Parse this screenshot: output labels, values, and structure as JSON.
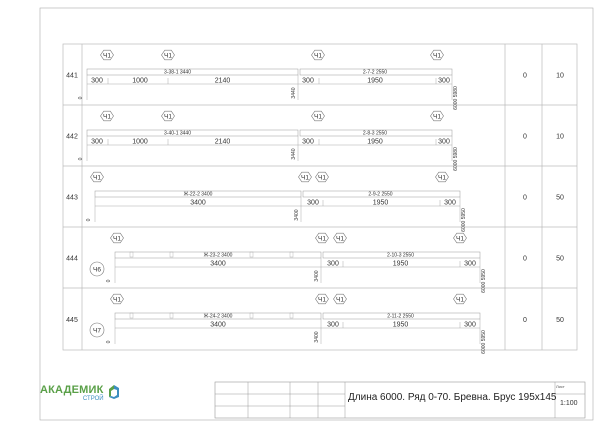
{
  "rows": [
    {
      "id": "441",
      "marks": [
        "Ч1",
        "Ч1",
        "Ч1",
        "Ч1"
      ],
      "left_piece": "3-38-1  3440",
      "right_piece": "2-7-2  2550",
      "dims": [
        "300",
        "1000",
        "2140",
        "300",
        "1950",
        "300"
      ],
      "vert_mid": "3440",
      "vert_end": "6000 5980",
      "zero": "0",
      "col1": "0",
      "col2": "10"
    },
    {
      "id": "442",
      "marks": [
        "Ч1",
        "Ч1",
        "Ч1",
        "Ч1"
      ],
      "left_piece": "3-40-1  3440",
      "right_piece": "2-8-3  2550",
      "dims": [
        "300",
        "1000",
        "2140",
        "300",
        "1950",
        "300"
      ],
      "vert_mid": "3440",
      "vert_end": "6000 5980",
      "zero": "0",
      "col1": "0",
      "col2": "10"
    },
    {
      "id": "443",
      "marks": [
        "Ч1",
        "Ч1",
        "Ч1",
        "Ч1"
      ],
      "left_piece": "Ж-22-2  3400",
      "right_piece": "2-9-2  2550",
      "dims": [
        "3400",
        "300",
        "1950",
        "300"
      ],
      "vert_mid": "3400",
      "vert_end": "6000 5950",
      "zero": "0",
      "col1": "0",
      "col2": "50"
    },
    {
      "id": "444",
      "marks": [
        "Ч1",
        "Ч1",
        "Ч1",
        "Ч1"
      ],
      "side_mark": "Ч6",
      "left_piece": "Ж-23-2  3400",
      "right_piece": "2-10-3  2550",
      "dims": [
        "3400",
        "300",
        "1950",
        "300"
      ],
      "vert_mid": "3400",
      "vert_end": "6000 5950",
      "zero": "0",
      "col1": "0",
      "col2": "50"
    },
    {
      "id": "445",
      "marks": [
        "Ч1",
        "Ч1",
        "Ч1",
        "Ч1"
      ],
      "side_mark": "Ч7",
      "left_piece": "Ж-24-2  3400",
      "right_piece": "2-11-2  2550",
      "dims": [
        "3400",
        "300",
        "1950",
        "300"
      ],
      "vert_mid": "3400",
      "vert_end": "6000 5950",
      "zero": "0",
      "col1": "0",
      "col2": "50"
    }
  ],
  "footer": {
    "logo_main": "АКАДЕМИК",
    "logo_sub": "СТРОЙ",
    "title": "Длина 6000. Ряд 0-70. Бревна. Брус 195x145",
    "sheet_label": "Лист",
    "scale": "1:100",
    "colors": {
      "logo_green": "#5aa048",
      "logo_blue": "#3c8ec0"
    }
  }
}
